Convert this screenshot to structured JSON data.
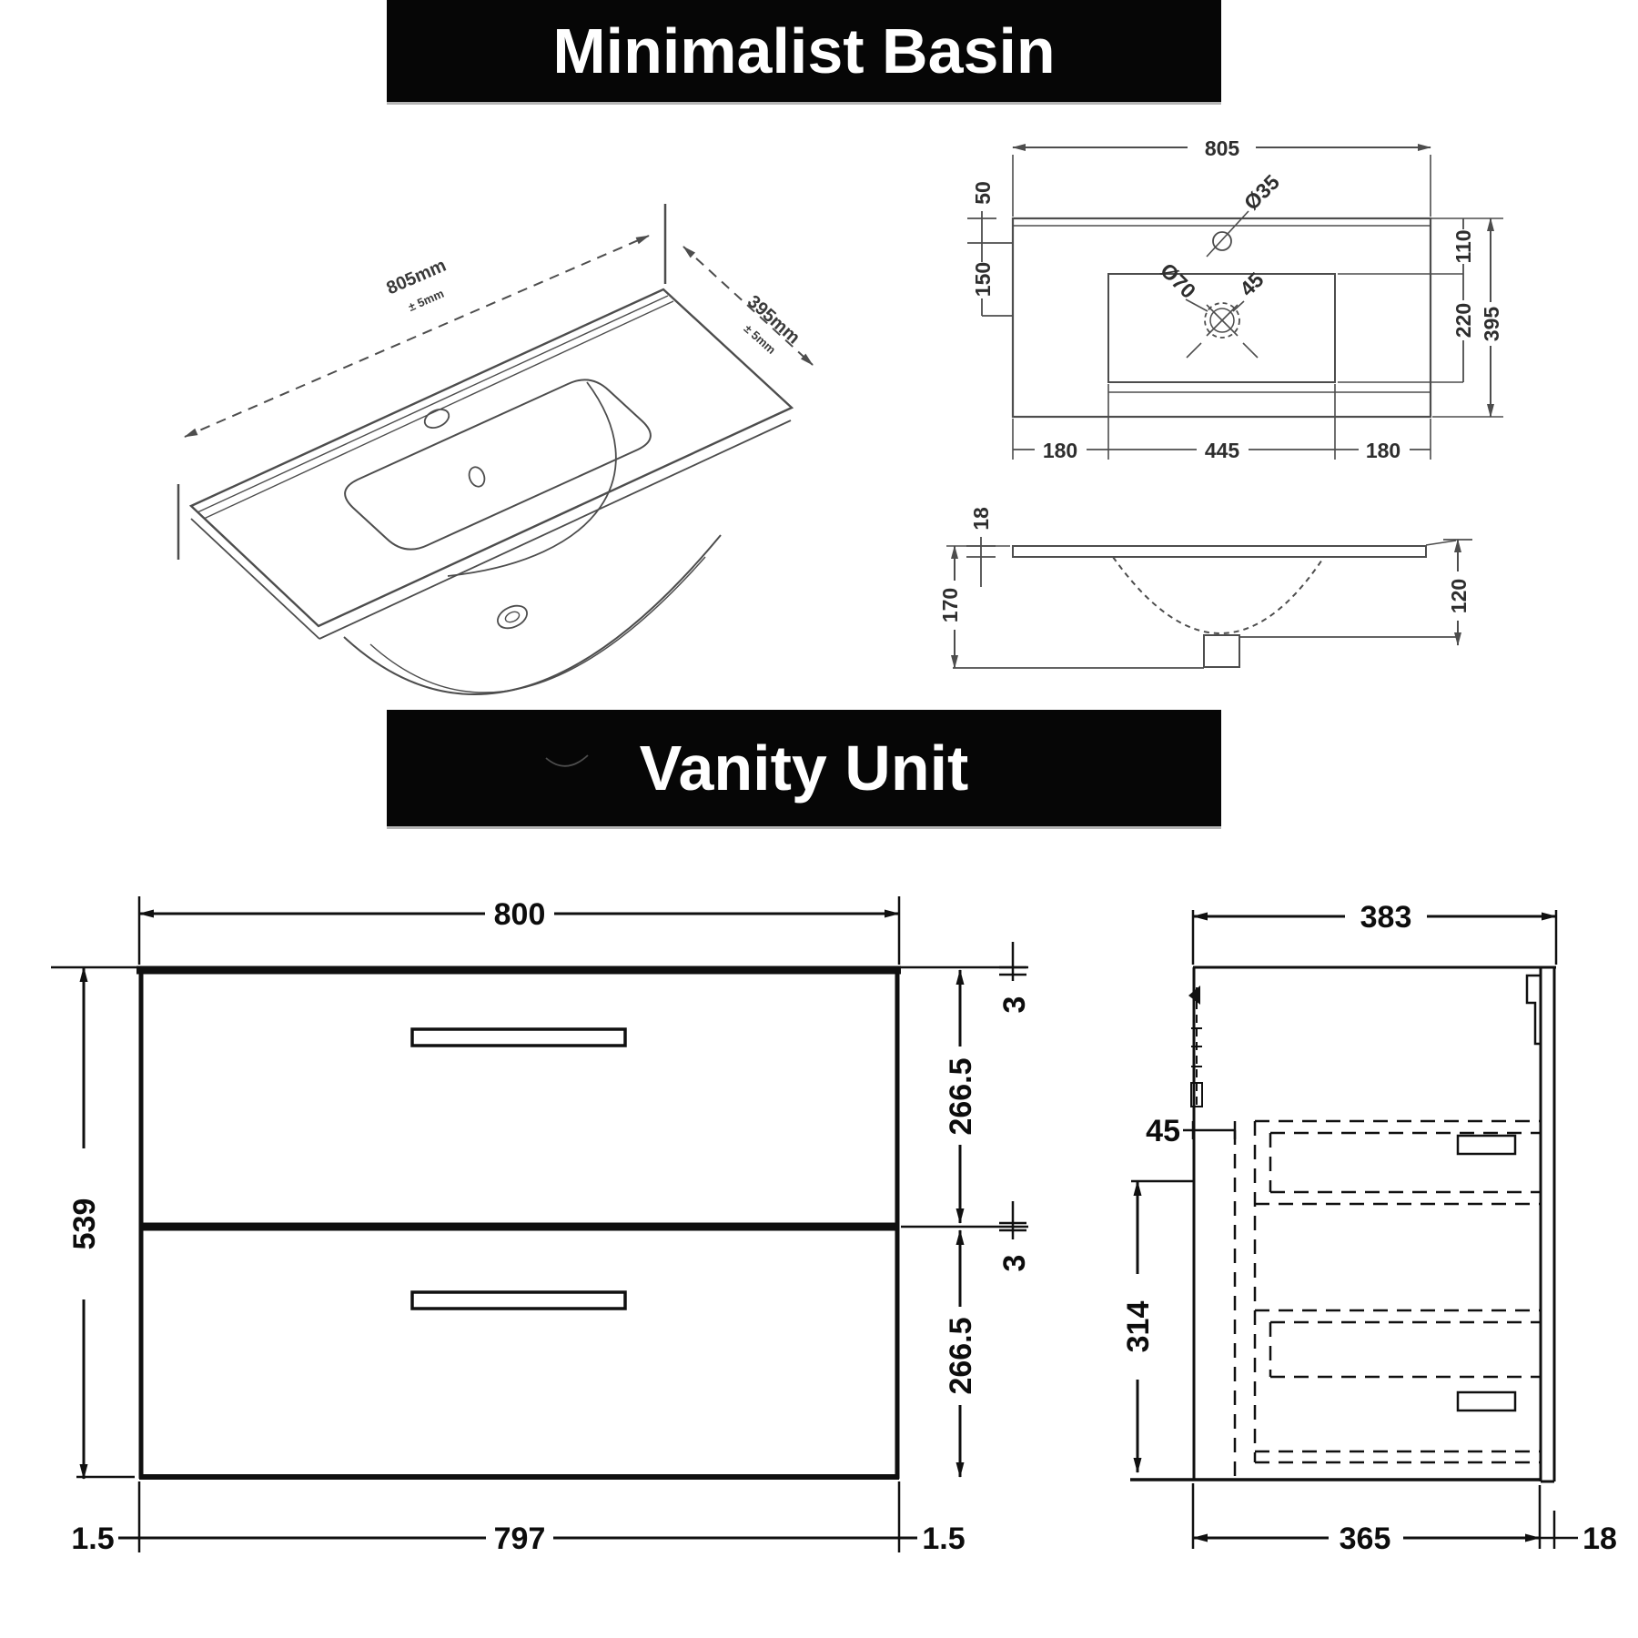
{
  "banners": {
    "basin_title": "Minimalist Basin",
    "vanity_title": "Vanity Unit"
  },
  "colors": {
    "banner_bg": "#060606",
    "banner_text": "#ffffff",
    "vanity_line": "#101010",
    "basin_line": "#4d4d4d"
  },
  "basin_3d_view": {
    "width_label": "805mm",
    "width_tolerance": "± 5mm",
    "depth_label": "395mm",
    "depth_tolerance": "± 5mm"
  },
  "basin_top_view": {
    "overall_width": "805",
    "back_ledge": "50",
    "left_offset": "150",
    "tap_hole_diameter": "Ø35",
    "waste_diameter": "Ø70",
    "waste_offset": "45",
    "right_top_offset": "110",
    "bowl_front_depth": "220",
    "overall_depth": "395",
    "bottom_left_margin": "180",
    "bowl_width": "445",
    "bottom_right_margin": "180"
  },
  "basin_section_view": {
    "rim_thickness": "18",
    "overall_height": "170",
    "bowl_depth": "120"
  },
  "vanity_front_view": {
    "overall_width": "800",
    "overall_height": "539",
    "top_gap": "3",
    "upper_drawer_height": "266.5",
    "middle_gap": "3",
    "lower_drawer_height": "266.5",
    "left_margin": "1.5",
    "carcass_width": "797",
    "right_margin": "1.5"
  },
  "vanity_side_view": {
    "overall_depth": "383",
    "back_clearance": "45",
    "drawer_box_height": "314",
    "carcass_depth": "365",
    "door_thickness": "18"
  }
}
